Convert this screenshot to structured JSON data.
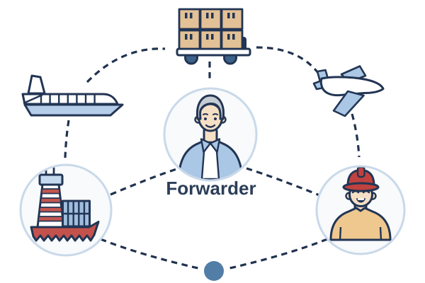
{
  "diagram": {
    "type": "logistics-forwarder-network",
    "background": "#ffffff",
    "center_node": {
      "label": "Forwarder",
      "icon": "forwarder-avatar-icon"
    },
    "nodes": [
      {
        "id": "cargo-trolley",
        "icon": "cargo-trolley-icon",
        "position": "top-center",
        "boxes": 6
      },
      {
        "id": "ferry",
        "icon": "ferry-ship-icon",
        "position": "left"
      },
      {
        "id": "airplane",
        "icon": "airplane-icon",
        "position": "right"
      },
      {
        "id": "port",
        "icon": "port-lighthouse-ship-icon",
        "position": "bottom-left",
        "in_circle": true
      },
      {
        "id": "worker",
        "icon": "worker-hard-hat-icon",
        "position": "bottom-right",
        "in_circle": true
      },
      {
        "id": "hub-dot",
        "icon": "hub-dot-icon",
        "position": "bottom-center"
      }
    ],
    "connections": [
      [
        "ferry",
        "cargo-trolley"
      ],
      [
        "cargo-trolley",
        "airplane"
      ],
      [
        "cargo-trolley",
        "forwarder"
      ],
      [
        "ferry",
        "port"
      ],
      [
        "airplane",
        "worker"
      ],
      [
        "port",
        "forwarder"
      ],
      [
        "forwarder",
        "worker"
      ],
      [
        "port",
        "hub-dot"
      ],
      [
        "worker",
        "hub-dot"
      ]
    ],
    "colors": {
      "outline_navy": "#223554",
      "dash_navy": "#20324e",
      "light_blue": "#aac7e5",
      "pale_blue": "#c6daee",
      "circle_border": "#c9d9e9",
      "circle_fill": "#f8fafc",
      "steel_blue_dot": "#527da7",
      "wheel_blue": "#3d628a",
      "box_tan": "#e3c196",
      "red": "#c0423f",
      "hull_red": "#c4524c",
      "skin": "#f5dfc5",
      "hair_gray": "#c6ccd3",
      "shirt_tan": "#eec88f",
      "container_blue": "#a0bddd",
      "label_color": "#2c3e58"
    }
  }
}
